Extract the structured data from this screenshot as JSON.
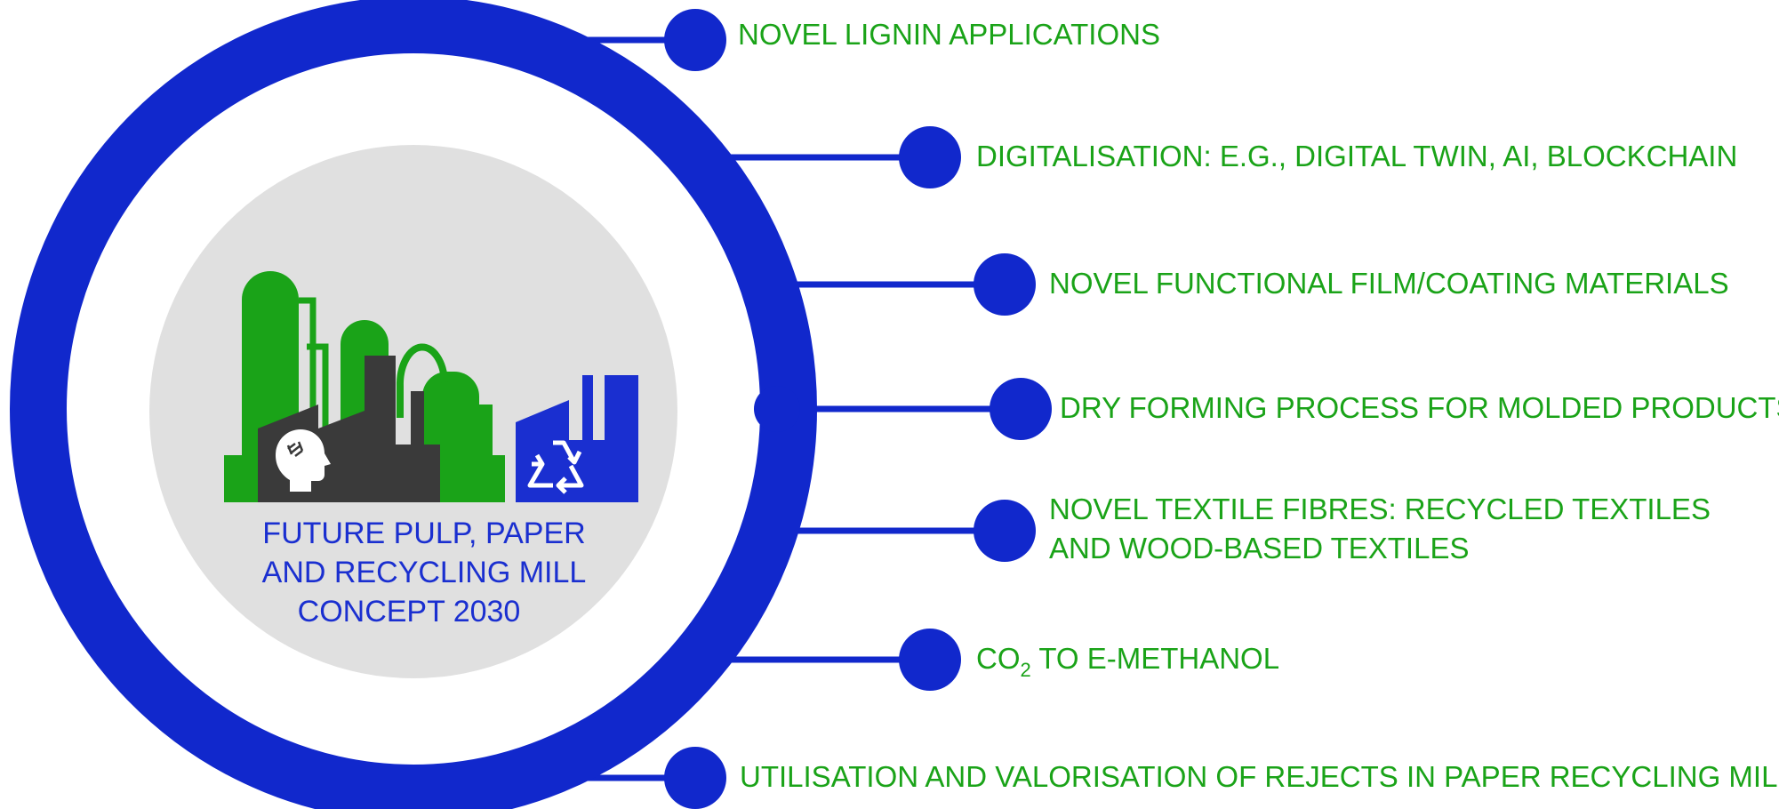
{
  "colors": {
    "ring": "#1128cc",
    "node": "#1128cc",
    "text_green": "#1aa318",
    "title_blue": "#1a2fd0",
    "inner_circle": "#e0e0e0",
    "factory_green": "#1aa318",
    "factory_dark": "#3a3a3a",
    "recycle_blue": "#1a2fd0"
  },
  "icons": [
    "factory-icon",
    "head-with-brain-icon",
    "recycle-icon"
  ],
  "center": {
    "title_lines": [
      "FUTURE PULP, PAPER",
      "AND RECYCLING MILL",
      "CONCEPT 2030"
    ]
  },
  "items": [
    {
      "lines": [
        "NOVEL LIGNIN APPLICATIONS"
      ]
    },
    {
      "lines": [
        "DIGITALISATION: E.G., DIGITAL TWIN, AI, BLOCKCHAIN"
      ]
    },
    {
      "lines": [
        "NOVEL FUNCTIONAL FILM/COATING MATERIALS"
      ]
    },
    {
      "lines": [
        "DRY FORMING PROCESS FOR MOLDED PRODUCTS"
      ]
    },
    {
      "lines": [
        "NOVEL TEXTILE FIBRES: RECYCLED TEXTILES",
        "AND WOOD-BASED TEXTILES"
      ]
    },
    {
      "prefix": "CO",
      "subscript": "2",
      "suffix": " TO E-METHANOL"
    },
    {
      "lines": [
        "UTILISATION AND VALORISATION OF REJECTS IN PAPER RECYCLING MILLS"
      ]
    }
  ]
}
